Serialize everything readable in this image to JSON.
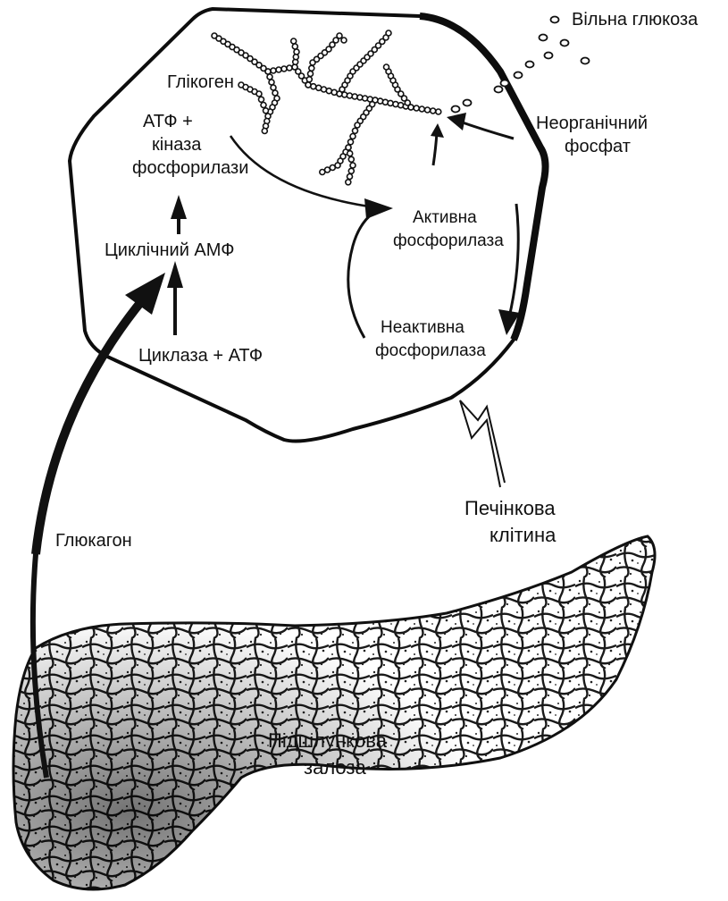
{
  "labels": {
    "free_glucose": "Вільна глюкоза",
    "glycogen": "Глікоген",
    "atp_plus": "АТФ +",
    "kinase": "кіназа",
    "phosphorylase_kinase": "фосфорилази",
    "inorganic": "Неорганічний",
    "phosphate": "фосфат",
    "active_1": "Активна",
    "active_2": "фосфорилаза",
    "cyclic_amp": "Циклічний АМФ",
    "inactive_1": "Неактивна",
    "inactive_2": "фосфорилаза",
    "cyclase_atp": "Циклаза + АТФ",
    "liver_cell_1": "Печінкова",
    "liver_cell_2": "клітина",
    "glucagon": "Глюкагон",
    "pancreas_1": "Підшлункова",
    "pancreas_2": "залоза"
  }
}
